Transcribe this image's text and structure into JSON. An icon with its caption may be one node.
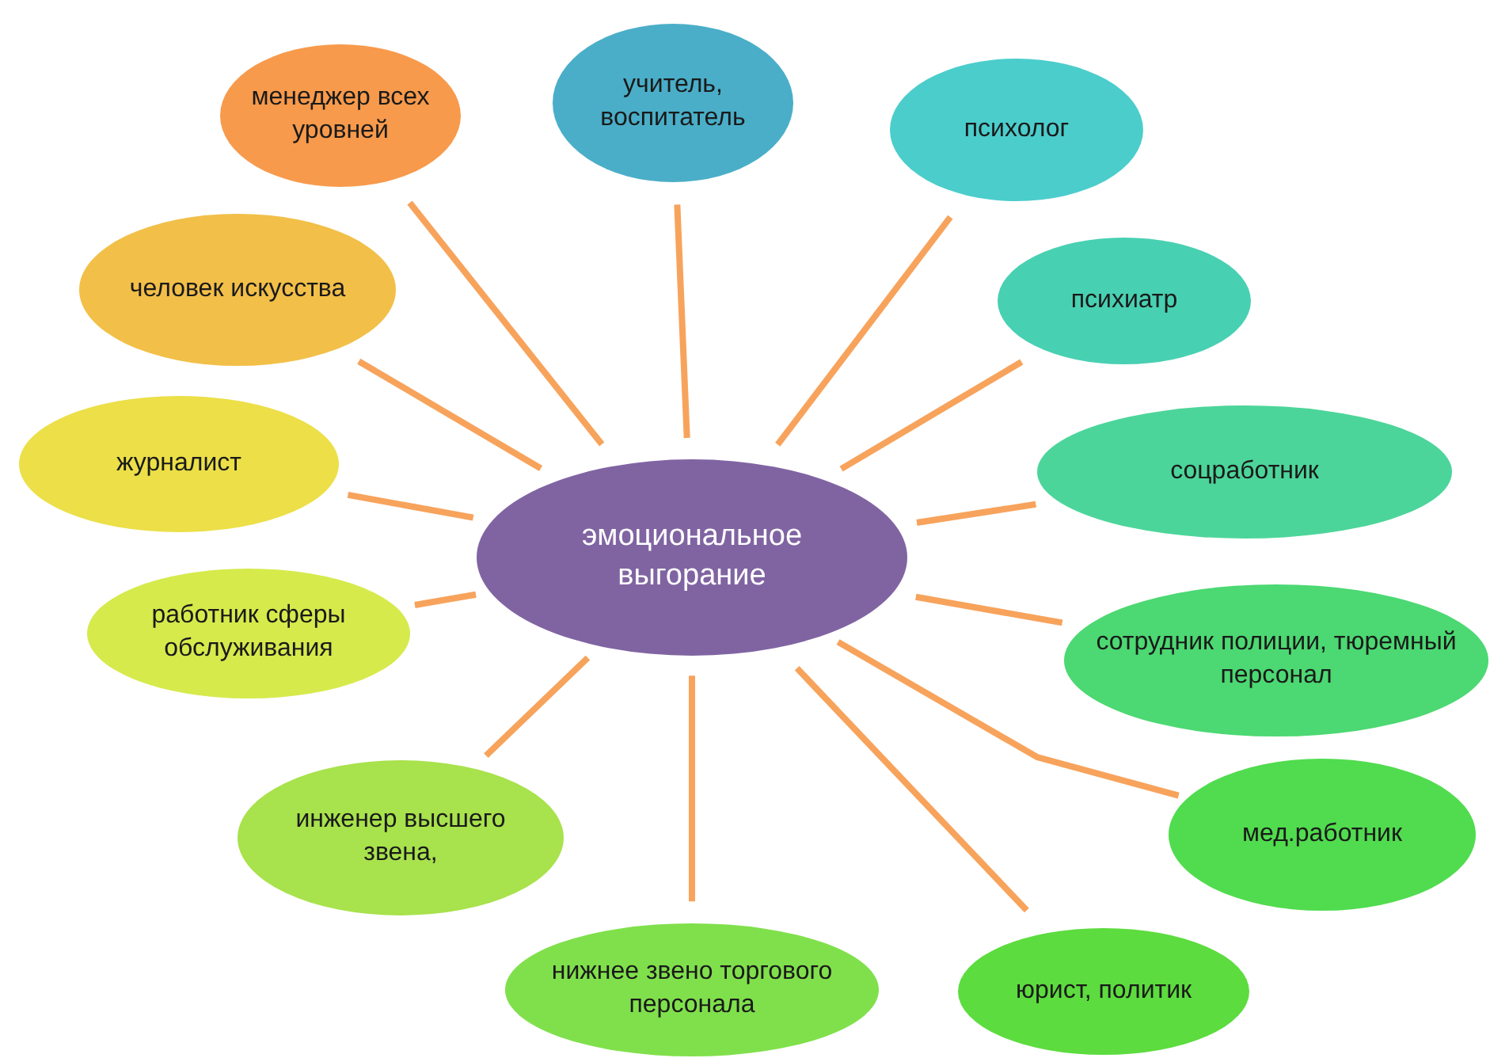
{
  "diagram": {
    "nodes": [
      {
        "text": [
          "эмоциональное выгорание"
        ]
      },
      {
        "text": [
          "менеджер всех уровней"
        ]
      },
      {
        "text": [
          "учитель, воспитатель"
        ]
      },
      {
        "text": [
          "психолог"
        ]
      },
      {
        "text": [
          "человек искусства"
        ]
      },
      {
        "text": [
          "психиатр"
        ]
      },
      {
        "text": [
          "журналист"
        ]
      },
      {
        "text": [
          "соцработник"
        ]
      },
      {
        "text": [
          "работник сферы обслуживания"
        ]
      },
      {
        "text": [
          "сотрудник полиции, тюремный персонал"
        ]
      },
      {
        "text": [
          "инженер высшего звена,"
        ]
      },
      {
        "text": [
          "мед.работник"
        ]
      },
      {
        "text": [
          "нижнее звено торгового персонала"
        ]
      },
      {
        "text": [
          "юрист, политик"
        ]
      }
    ],
    "edges": [
      {
        "from": 1,
        "to": 0,
        "arrow": "none"
      },
      {
        "from": 2,
        "to": 0,
        "arrow": "none"
      },
      {
        "from": 3,
        "to": 0,
        "arrow": "none"
      },
      {
        "from": 4,
        "to": 0,
        "arrow": "none"
      },
      {
        "from": 5,
        "to": 0,
        "arrow": "none"
      },
      {
        "from": 6,
        "to": 0,
        "arrow": "none"
      },
      {
        "from": 7,
        "to": 0,
        "arrow": "none"
      },
      {
        "from": 8,
        "to": 0,
        "arrow": "none"
      },
      {
        "from": 9,
        "to": 0,
        "arrow": "none"
      },
      {
        "from": 10,
        "to": 0,
        "arrow": "none"
      },
      {
        "from": 11,
        "to": 0,
        "arrow": "none"
      },
      {
        "from": 12,
        "to": 0,
        "arrow": "none"
      },
      {
        "from": 13,
        "to": 0,
        "arrow": "none"
      }
    ]
  }
}
